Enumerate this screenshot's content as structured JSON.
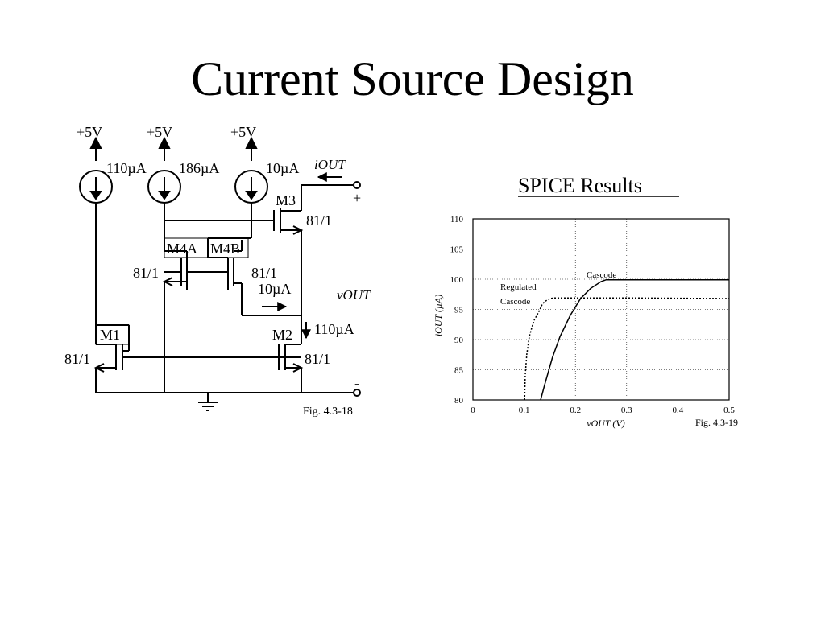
{
  "slide": {
    "title": "Current Source Design"
  },
  "circuit": {
    "supply_labels": [
      "+5V",
      "+5V",
      "+5V"
    ],
    "source_currents": [
      "110µA",
      "186µA",
      "10µA"
    ],
    "output_current_label": "iOUT",
    "output_voltage_label": "vOUT",
    "terminal_plus": "+",
    "terminal_minus": "-",
    "transistors": {
      "m3": {
        "name": "M3",
        "ratio": "81/1"
      },
      "m4a": {
        "name": "M4A",
        "ratio": "81/1"
      },
      "m4b": {
        "name": "M4B",
        "ratio": "81/1"
      },
      "m1": {
        "name": "M1",
        "ratio": "81/1"
      },
      "m2": {
        "name": "M2",
        "ratio": "81/1"
      }
    },
    "branch_currents": [
      "10µA",
      "110µA"
    ],
    "figure_caption": "Fig. 4.3-18"
  },
  "spice": {
    "heading": "SPICE Results",
    "figure_caption": "Fig. 4.3-19",
    "curve_label_cascode": "Cascode",
    "curve_label_regulated_line1": "Regulated",
    "curve_label_regulated_line2": "Cascode"
  },
  "chart_data": {
    "type": "line",
    "xlabel": "vOUT (V)",
    "ylabel": "iOUT (µA)",
    "xlim": [
      0,
      0.5
    ],
    "ylim": [
      80,
      110
    ],
    "x_ticks": [
      0,
      0.1,
      0.2,
      0.3,
      0.4,
      0.5
    ],
    "x_tick_labels": [
      "0",
      "0.1",
      "0.2",
      "0.3",
      "0.4",
      "0.5"
    ],
    "y_ticks": [
      80,
      85,
      90,
      95,
      100,
      105,
      110
    ],
    "y_tick_labels": [
      "80",
      "85",
      "90",
      "95",
      "100",
      "105",
      "110"
    ],
    "grid": true,
    "series": [
      {
        "name": "Cascode",
        "style": "solid",
        "x": [
          0.132,
          0.14,
          0.155,
          0.17,
          0.19,
          0.21,
          0.23,
          0.25,
          0.26,
          0.3,
          0.5
        ],
        "y": [
          80,
          82.5,
          87,
          90.5,
          94,
          96.8,
          98.5,
          99.6,
          99.9,
          99.9,
          99.9
        ]
      },
      {
        "name": "Regulated Cascode",
        "style": "dotted",
        "x": [
          0.101,
          0.102,
          0.105,
          0.11,
          0.115,
          0.12,
          0.128,
          0.135,
          0.14,
          0.15,
          0.16,
          0.3,
          0.5
        ],
        "y": [
          80,
          84,
          87.5,
          90.5,
          92,
          93.3,
          94.5,
          95.8,
          96.3,
          96.8,
          96.9,
          96.9,
          96.8
        ]
      }
    ]
  }
}
